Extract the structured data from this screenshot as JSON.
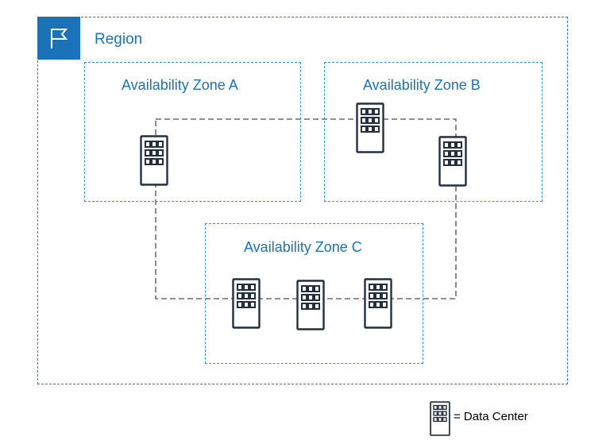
{
  "region": {
    "label": "Region",
    "icon": "flag-icon"
  },
  "zones": {
    "a": {
      "label": "Availability Zone A"
    },
    "b": {
      "label": "Availability Zone B"
    },
    "c": {
      "label": "Availability Zone C"
    }
  },
  "legend": {
    "label": "= Data Center",
    "icon": "data-center-icon"
  },
  "colors": {
    "accent": "#1a73b8",
    "zone_border": "#2e9ad6",
    "link": "#6a6a86",
    "building": "#232f3e"
  }
}
